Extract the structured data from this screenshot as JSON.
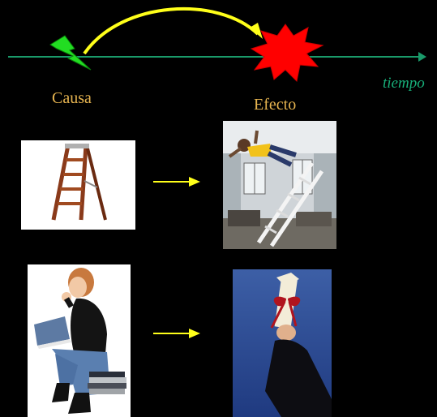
{
  "timeline": {
    "cause_label": "Causa",
    "effect_label": "Efecto",
    "axis_label": "tiempo"
  },
  "colors": {
    "background": "#000000",
    "timeline_line": "#1a9a6a",
    "timeline_label": "#18b07a",
    "cause_text": "#e6b450",
    "effect_text": "#e6b450",
    "curve_arrow": "#ffff1a",
    "cause_bolt": "#22dd22",
    "effect_burst": "#ff0000",
    "row_arrow": "#ffff1a"
  },
  "icons": {
    "cause": "lightning-bolt-icon",
    "effect": "explosion-burst-icon"
  },
  "examples": [
    {
      "cause_image": "ladder",
      "effect_image": "person-falling-from-ladder"
    },
    {
      "cause_image": "woman-studying",
      "effect_image": "diploma-graduation"
    }
  ]
}
